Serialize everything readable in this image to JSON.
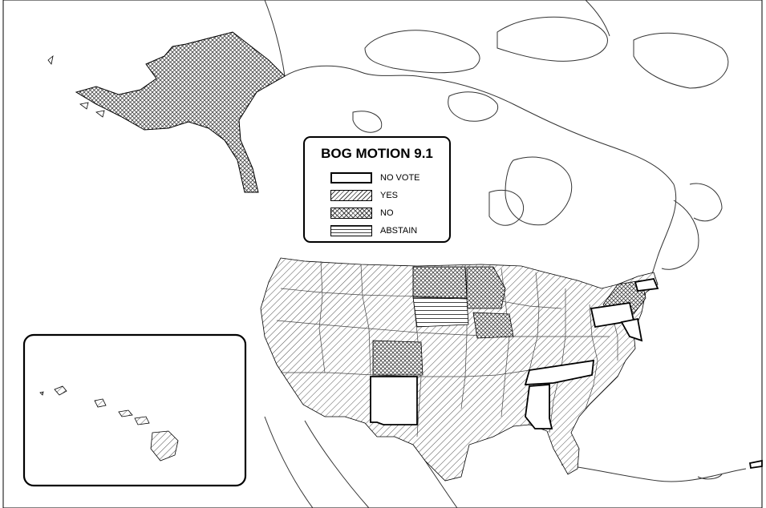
{
  "legend": {
    "title": "BOG MOTION 9.1",
    "items": [
      {
        "label": "NO VOTE",
        "pattern": "blank"
      },
      {
        "label": "YES",
        "pattern": "diagonal-hatch"
      },
      {
        "label": "NO",
        "pattern": "cross-hatch"
      },
      {
        "label": "ABSTAIN",
        "pattern": "horizontal-lines"
      }
    ]
  },
  "regions": {
    "no_vote": [
      "Pennsylvania",
      "New Jersey",
      "Maryland",
      "Massachusetts",
      "New Mexico",
      "Tennessee",
      "Mississippi"
    ],
    "no": [
      "Alaska",
      "North Dakota",
      "Minnesota",
      "Iowa",
      "Colorado",
      "New York"
    ],
    "abstain": [
      "South Dakota"
    ],
    "yes": [
      "all other states"
    ]
  },
  "colors": {
    "outline": "#000000",
    "hatch": "#444444",
    "background": "#ffffff"
  }
}
